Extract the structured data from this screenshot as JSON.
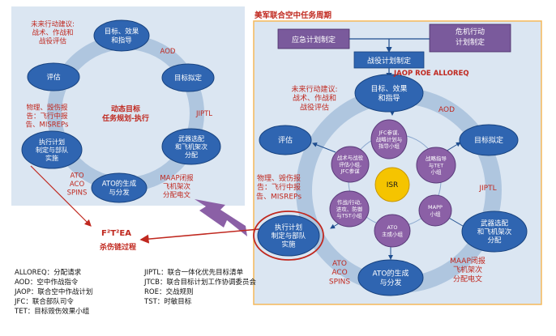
{
  "colors": {
    "panel_fill": "#dbe6f2",
    "right_panel_border": "#f5b95a",
    "node_fill": "#2f65b1",
    "node_stroke": "#17427f",
    "purple_fill": "#8b60a6",
    "purple_dark": "#7a5a9c",
    "isr_fill": "#f5c400",
    "red_text": "#c0281f",
    "ring_fill": "#a7bfdc"
  },
  "left": {
    "center_label": [
      "动态目标",
      "任务规划-执行"
    ],
    "nodes": {
      "guidance": [
        "目标、效果",
        "和指导"
      ],
      "target_plan": [
        "目标拟定"
      ],
      "weapon": [
        "武器选配",
        "和飞机架次",
        "分配"
      ],
      "ato": [
        "ATO的生成",
        "与分发"
      ],
      "execution": [
        "执行计划",
        "制定与部队",
        "实施"
      ],
      "assessment": [
        "评估"
      ]
    },
    "labels": {
      "future": [
        "未来行动建议:",
        "战术、作战和",
        "战役评估"
      ],
      "aod": "AOD",
      "jiptl": "JIPTL",
      "maap": [
        "MAAP闭报",
        "飞机架次",
        "分配电文"
      ],
      "ato_aco": [
        "ATO",
        "ACO",
        "SPINS"
      ],
      "physical": [
        "物理、毁伤报",
        "告：飞行中报",
        "告、MISREPs"
      ]
    }
  },
  "f2t2ea": {
    "label": "F²T²EA",
    "sub": "杀伤链过程"
  },
  "right": {
    "title": "美军联合空中任务周期",
    "boxes": {
      "emergency": "应急计划制定",
      "crisis": [
        "危机行动",
        "计划制定"
      ],
      "campaign": "战役计划制定"
    },
    "jaop_line": "JAOP ROE ALLOREQ",
    "nodes": {
      "guidance": [
        "目标、效果",
        "和指导"
      ],
      "target_plan": [
        "目标拟定"
      ],
      "weapon": [
        "武器选配",
        "和飞机架次",
        "分配"
      ],
      "ato": [
        "ATO的生成",
        "与分发"
      ],
      "execution": [
        "执行计划",
        "制定与部队",
        "实施"
      ],
      "assessment": [
        "评估"
      ]
    },
    "inner": {
      "jfc": [
        "JFC参谋,",
        "战略计划与",
        "指导小组"
      ],
      "tet": [
        "战略指导",
        "与TET",
        "小组"
      ],
      "mapp": [
        "MAPP",
        "小组"
      ],
      "ato_group": [
        "ATO",
        "主成小组"
      ],
      "ops": [
        "作战/行动,",
        "进攻、防御",
        "与TST小组"
      ],
      "assess": [
        "战术与战役",
        "评估小组,",
        "JFC参谋"
      ],
      "isr": "ISR"
    },
    "labels": {
      "future": [
        "未来行动建议:",
        "战术、作战和",
        "战役评估"
      ],
      "aod": "AOD",
      "jiptl": "JIPTL",
      "maap": [
        "MAAP闭报",
        "飞机架次",
        "分配电文"
      ],
      "ato_aco": [
        "ATO",
        "ACO",
        "SPINS"
      ],
      "physical": [
        "物理、毁伤报",
        "告：飞行中报",
        "告、MISREPs"
      ]
    }
  },
  "legend": [
    "ALLOREQ：分配请求",
    "AOD：空中作战指令",
    "JAOP：联合空中作战计划",
    "JFC：联合部队司令",
    "TET：目标毁伤效果小组",
    "JIPTL：联合一体化优先目标清单",
    "JTCB：联合目标计划工作协调委员会",
    "ROE：交战规则",
    "TST：时敏目标"
  ]
}
